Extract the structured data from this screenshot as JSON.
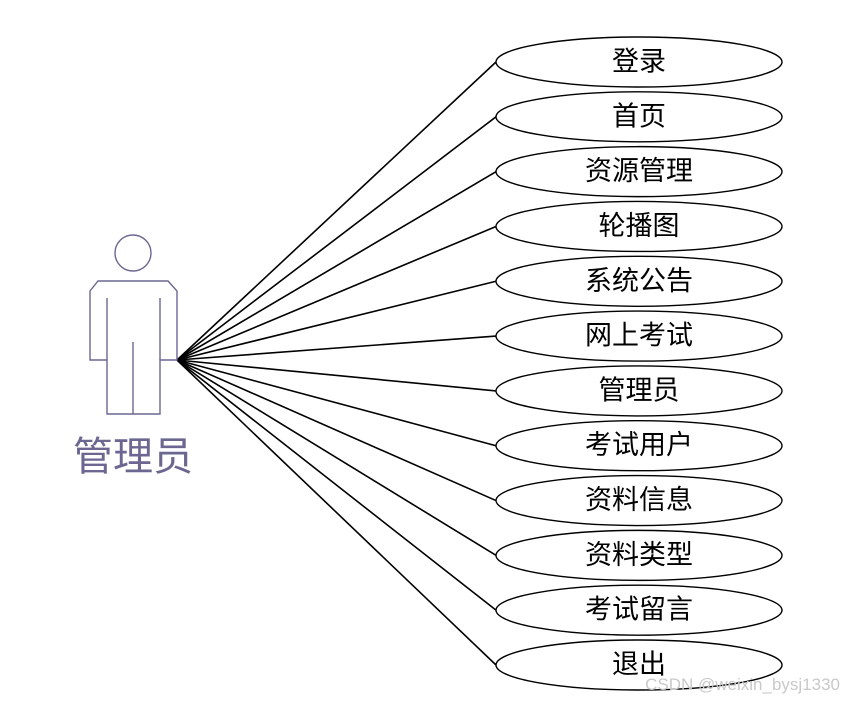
{
  "actor": {
    "label": "管理员"
  },
  "use_cases": [
    {
      "label": "登录"
    },
    {
      "label": "首页"
    },
    {
      "label": "资源管理"
    },
    {
      "label": "轮播图"
    },
    {
      "label": "系统公告"
    },
    {
      "label": "网上考试"
    },
    {
      "label": "管理员"
    },
    {
      "label": "考试用户"
    },
    {
      "label": "资料信息"
    },
    {
      "label": "资料类型"
    },
    {
      "label": "考试留言"
    },
    {
      "label": "退出"
    }
  ],
  "watermark": "CSDN @weixin_bysj1330",
  "colors": {
    "actor": "#6b6790",
    "lines": "#000000",
    "watermark": "#c9c9c9"
  }
}
